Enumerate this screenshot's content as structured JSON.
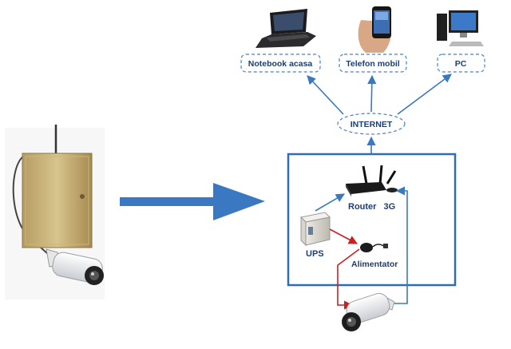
{
  "labels": {
    "notebook": "Notebook acasa",
    "phone": "Telefon mobil",
    "pc": "PC",
    "internet": "INTERNET",
    "router_prefix": "Router",
    "router_suffix": "3G",
    "ups": "UPS",
    "power_supply": "Alimentator"
  },
  "colors": {
    "accent_blue": "#2f6db3",
    "arrow_blue": "#3b78c2",
    "dashed_blue": "#4a7fc4",
    "power_red": "#cc1f1f",
    "text_dark_blue": "#1d3e72"
  }
}
